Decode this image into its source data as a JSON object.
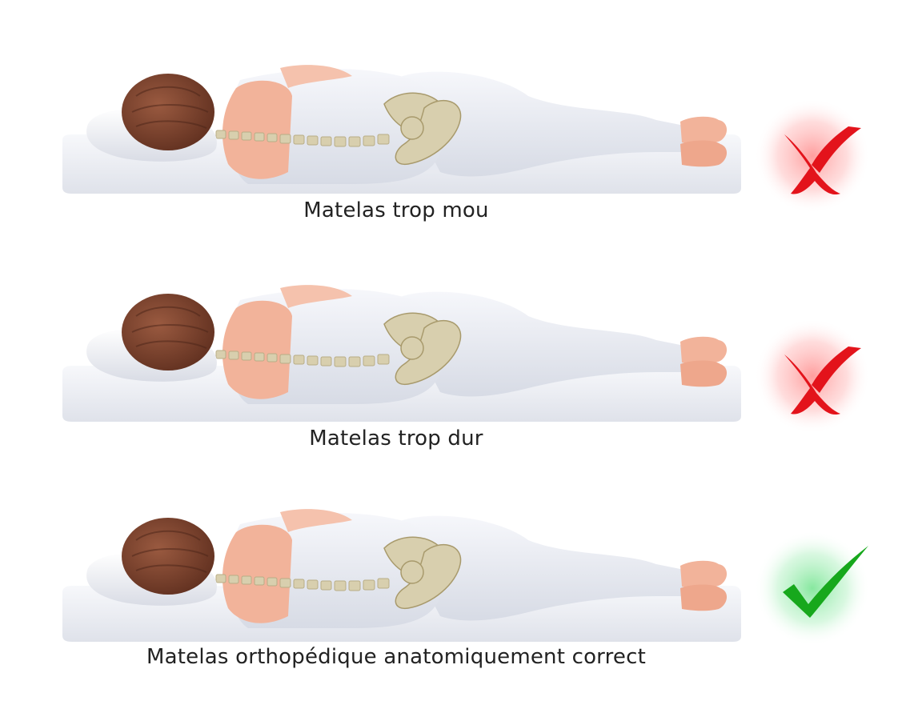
{
  "panels": [
    {
      "caption": "Matelas trop mou",
      "verdict": "wrong",
      "mattress": "soft"
    },
    {
      "caption": "Matelas trop dur",
      "verdict": "wrong",
      "mattress": "hard"
    },
    {
      "caption": "Matelas orthopédique anatomiquement correct",
      "verdict": "correct",
      "mattress": "orthopedic"
    }
  ],
  "icons": {
    "wrong": "cross-icon",
    "correct": "checkmark-icon"
  },
  "colors": {
    "wrong": "#e3131b",
    "wrong_glow": "#ff8a8a",
    "correct": "#17a81c",
    "correct_glow": "#7fe39a",
    "skin": "#f2b39a",
    "hair": "#7a3e2a",
    "suit": "#e9ecf3",
    "bone": "#d8cfae",
    "mattress": "#eef0f6"
  }
}
